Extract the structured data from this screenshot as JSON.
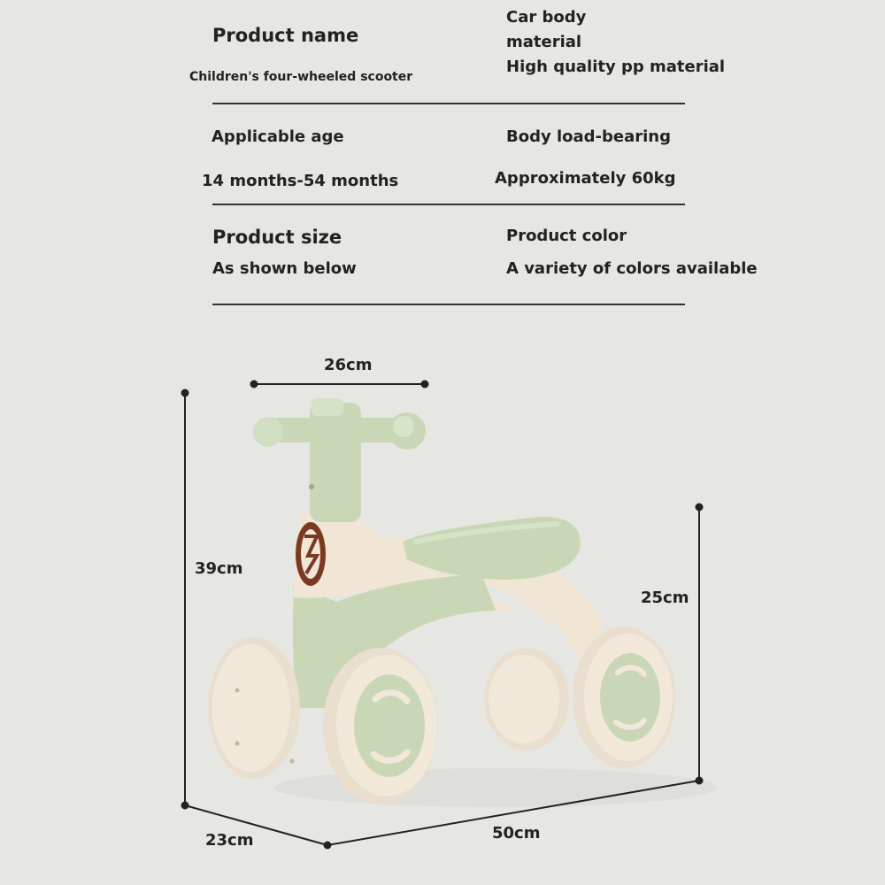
{
  "specs": {
    "product_name": {
      "label": "Product name",
      "value": "Children's four-wheeled scooter"
    },
    "body_material": {
      "label_line1": "Car body",
      "label_line2": "material",
      "value": "High quality pp material"
    },
    "applicable_age": {
      "label": "Applicable age",
      "value": "14 months-54 months"
    },
    "load_bearing": {
      "label": "Body load-bearing",
      "value": "Approximately 60kg"
    },
    "product_size": {
      "label": "Product size",
      "value": "As shown below"
    },
    "product_color": {
      "label": "Product color",
      "value": "A variety of colors available"
    }
  },
  "dimensions": {
    "handlebar_width": "26cm",
    "total_height": "39cm",
    "seat_height": "25cm",
    "width": "23cm",
    "length": "50cm"
  },
  "colors": {
    "background": "#e6e6e3",
    "body_green": "#c9d7b7",
    "cream": "#f1e6d6",
    "logo_brown": "#7a3a22"
  }
}
